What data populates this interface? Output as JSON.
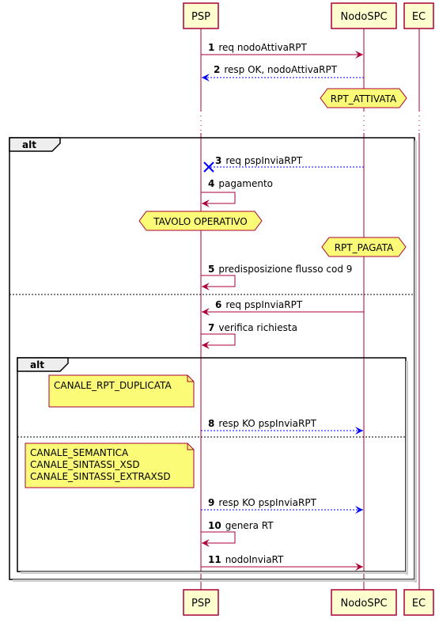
{
  "participants": {
    "psp": "PSP",
    "nodo": "NodoSPC",
    "ec": "EC"
  },
  "messages": [
    {
      "num": "1",
      "label": "req nodoAttivaRPT"
    },
    {
      "num": "2",
      "label": "resp OK, nodoAttivaRPT"
    },
    {
      "num": "3",
      "label": "req pspInviaRPT"
    },
    {
      "num": "4",
      "label": "pagamento"
    },
    {
      "num": "5",
      "label": "predisposizione flusso cod 9"
    },
    {
      "num": "6",
      "label": "req pspInviaRPT"
    },
    {
      "num": "7",
      "label": "verifica richiesta"
    },
    {
      "num": "8",
      "label": "resp KO pspInviaRPT"
    },
    {
      "num": "9",
      "label": "resp KO pspInviaRPT"
    },
    {
      "num": "10",
      "label": "genera RT"
    },
    {
      "num": "11",
      "label": "nodoInviaRT"
    }
  ],
  "states": {
    "rpt_attivata": "RPT_ATTIVATA",
    "tavolo_operativo": "TAVOLO OPERATIVO",
    "rpt_pagata": "RPT_PAGATA"
  },
  "frames": {
    "outer_label": "alt",
    "inner_label": "alt"
  },
  "notes": {
    "duplicata": [
      "CANALE_RPT_DUPLICATA"
    ],
    "semantica": [
      "CANALE_SEMANTICA",
      "CANALE_SINTASSI_XSD",
      "CANALE_SINTASSI_EXTRAXSD"
    ]
  },
  "colors": {
    "participant_fill": "#FEFECE",
    "participant_border": "#A80036",
    "request_arrow": "#A80036",
    "response_arrow": "#0000FF",
    "note_fill": "#FBFB77",
    "hexagon_fill": "#FBFB77",
    "frame_border": "#000000"
  }
}
